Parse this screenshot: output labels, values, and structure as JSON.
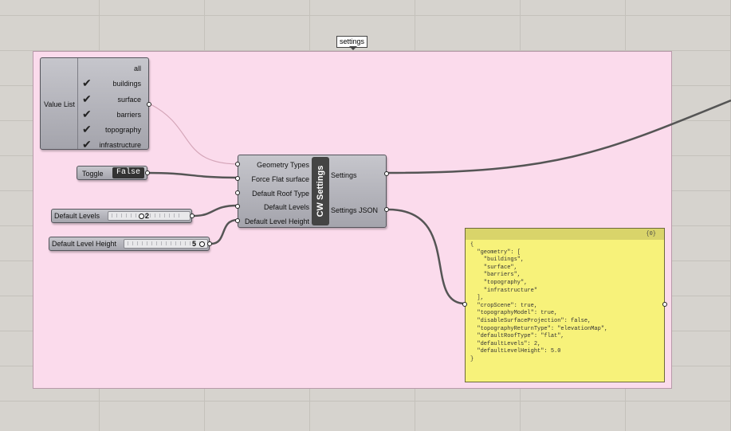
{
  "group": {
    "label": "settings",
    "color": "#fbdbec"
  },
  "value_list": {
    "title": "Value List",
    "items": [
      {
        "label": "all",
        "checked": false
      },
      {
        "label": "buildings",
        "checked": true
      },
      {
        "label": "surface",
        "checked": true
      },
      {
        "label": "barriers",
        "checked": true
      },
      {
        "label": "topography",
        "checked": true
      },
      {
        "label": "infrastructure",
        "checked": true
      }
    ]
  },
  "toggle": {
    "label": "Toggle",
    "value": "False"
  },
  "default_levels": {
    "label": "Default Levels",
    "value": "2"
  },
  "default_level_height": {
    "label": "Default Level Height",
    "value": "5"
  },
  "component": {
    "title": "CW Settings",
    "inputs": [
      "Geometry Types",
      "Force Flat surface",
      "Default Roof Type",
      "Default Levels",
      "Default Level Height"
    ],
    "outputs": [
      "Settings",
      "Settings JSON"
    ]
  },
  "panel": {
    "count": "{0}",
    "text": "{\n  \"geometry\": [\n    \"buildings\",\n    \"surface\",\n    \"barriers\",\n    \"topography\",\n    \"infrastructure\"\n  ],\n  \"cropScene\": true,\n  \"topographyModel\": true,\n  \"disableSurfaceProjection\": false,\n  \"topographyReturnType\": \"elevationMap\",\n  \"defaultRoofType\": \"flat\",\n  \"defaultLevels\": 2,\n  \"defaultLevelHeight\": 5.0\n}",
    "color": "#f7f27a"
  },
  "icons": {
    "check": "check-icon"
  }
}
